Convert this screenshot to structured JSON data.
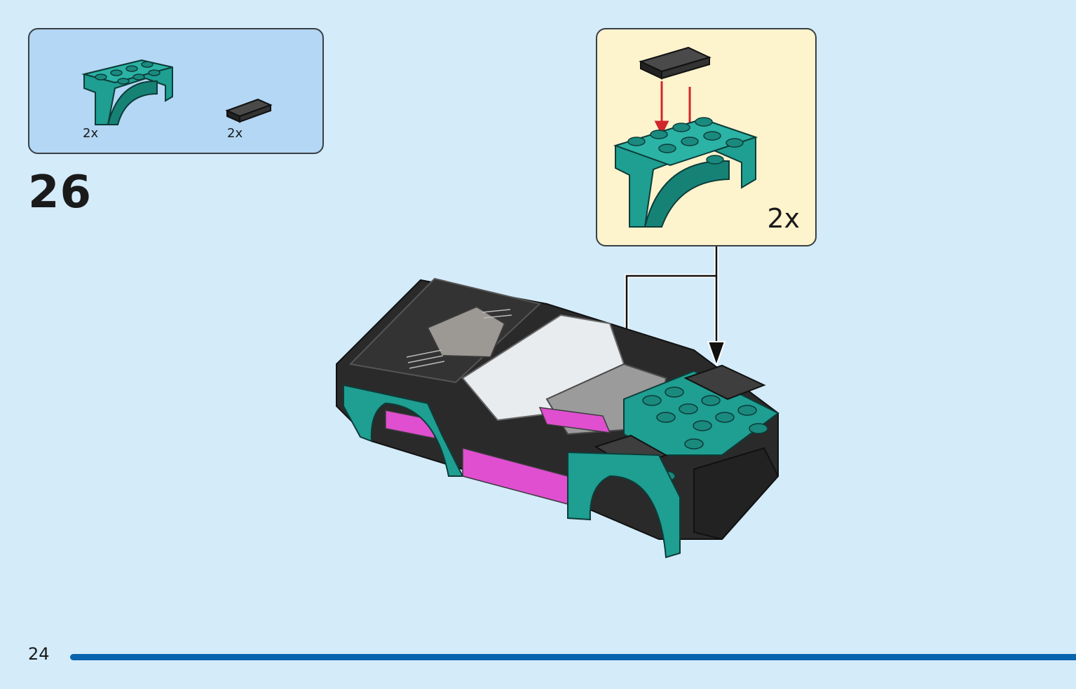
{
  "parts_list": {
    "items": [
      {
        "icon": "teal-arch-brick-icon",
        "quantity": "2x"
      },
      {
        "icon": "black-tile-icon",
        "quantity": "2x"
      }
    ]
  },
  "step": {
    "number": "26"
  },
  "callout": {
    "quantity": "2x"
  },
  "page": {
    "number": "24"
  },
  "colors": {
    "background": "#d4ebfa",
    "parts_box": "#b3d7f4",
    "callout_box": "#fdf3cd",
    "teal": "#1f9e92",
    "dark": "#2a2a2a",
    "magenta": "#e04fd0",
    "arrow_red": "#d1262c",
    "progress": "#0a63ad"
  }
}
